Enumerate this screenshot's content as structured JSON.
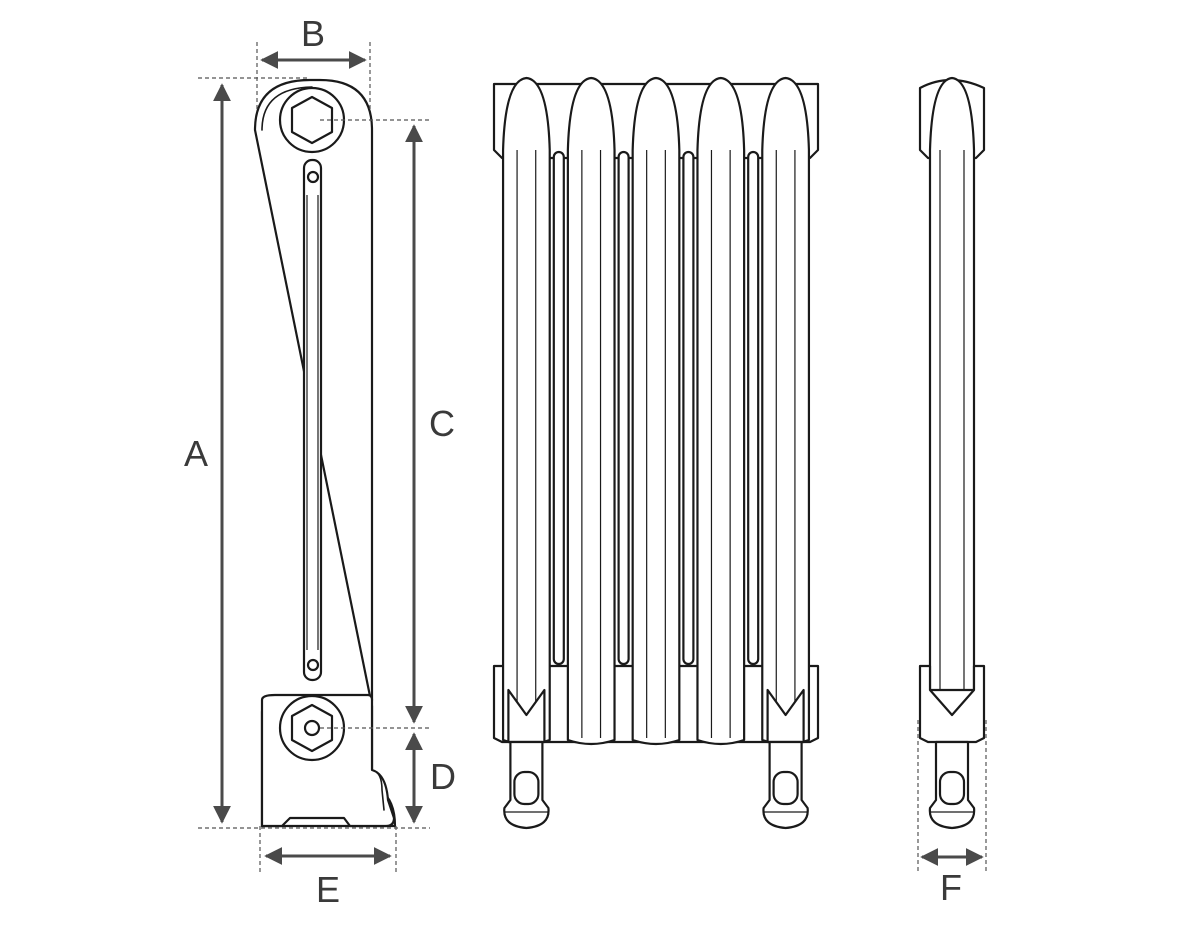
{
  "diagram": {
    "side_view_labels": {
      "A": "A",
      "B": "B",
      "C": "C",
      "D": "D",
      "E": "E"
    },
    "end_view_labels": {
      "F": "F"
    },
    "front_view": {
      "column_count": 5
    },
    "colors": {
      "line": "#1a1a1a",
      "dimension": "#4a4a4a",
      "background": "#ffffff"
    }
  }
}
